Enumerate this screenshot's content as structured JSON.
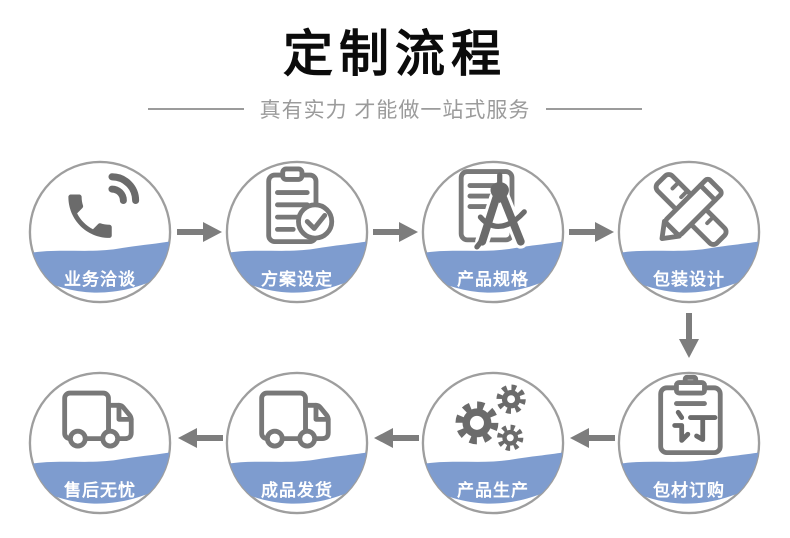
{
  "header": {
    "title": "定制流程",
    "subtitle": "真有实力 才能做一站式服务"
  },
  "colors": {
    "title_black": "#0b0b0b",
    "subtitle_gray": "#9b9b9b",
    "circle_border": "#9e9e9e",
    "banner_blue": "#7e9ccf",
    "label_text": "#ffffff",
    "icon_gray": "#6b6b6b",
    "outline_gray": "#787878",
    "arrow_gray": "#7d7d7d"
  },
  "steps": [
    {
      "id": "business-negotiation",
      "label": "业务洽谈",
      "icon": "phone-icon"
    },
    {
      "id": "plan-setting",
      "label": "方案设定",
      "icon": "clipboard-checklist-icon"
    },
    {
      "id": "product-spec",
      "label": "产品规格",
      "icon": "document-compass-icon"
    },
    {
      "id": "package-design",
      "label": "包装设计",
      "icon": "ruler-pencil-icon"
    },
    {
      "id": "material-ordering",
      "label": "包材订购",
      "icon": "order-clipboard-icon"
    },
    {
      "id": "production",
      "label": "产品生产",
      "icon": "gears-icon"
    },
    {
      "id": "shipping",
      "label": "成品发货",
      "icon": "truck-icon"
    },
    {
      "id": "after-sales",
      "label": "售后无忧",
      "icon": "truck-icon"
    }
  ],
  "flow": {
    "sequence": [
      "业务洽谈",
      "方案设定",
      "产品规格",
      "包装设计",
      "包材订购",
      "产品生产",
      "成品发货",
      "售后无忧"
    ],
    "arrows": [
      "right",
      "right",
      "right",
      "down",
      "left",
      "left",
      "left"
    ]
  }
}
